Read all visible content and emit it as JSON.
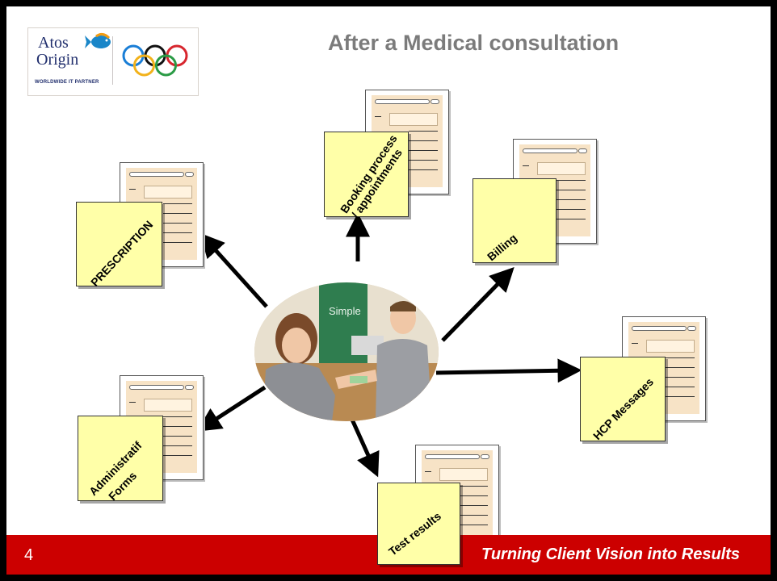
{
  "logo": {
    "brand_line1": "Atos",
    "brand_line2": "Origin",
    "tagline": "WORLDWIDE IT PARTNER"
  },
  "title": "After a Medical consultation",
  "documents": [
    {
      "id": "booking",
      "label_line1": "Booking process",
      "label_line2": "/ appointments",
      "sig": "signature"
    },
    {
      "id": "billing",
      "label_line1": "Billing",
      "label_line2": "",
      "sig": "signature"
    },
    {
      "id": "prescription",
      "label_line1": "PRESCRIPTION",
      "label_line2": "",
      "sig": "signature"
    },
    {
      "id": "hcp",
      "label_line1": "HCP Messages",
      "label_line2": "",
      "sig": "signature"
    },
    {
      "id": "administratif",
      "label_line1": "Administratif",
      "label_line2": "Forms",
      "sig": "signature"
    },
    {
      "id": "test",
      "label_line1": "Test  results",
      "label_line2": "",
      "sig": "signature"
    }
  ],
  "photo": {
    "poster_text": "Simple"
  },
  "footer": {
    "page_number": "4",
    "slogan": "Turning Client Vision into Results",
    "color": "#cc0000"
  },
  "colors": {
    "note": "#ffffa8",
    "form": "#f7e3c6",
    "title": "#7b7b7b"
  }
}
